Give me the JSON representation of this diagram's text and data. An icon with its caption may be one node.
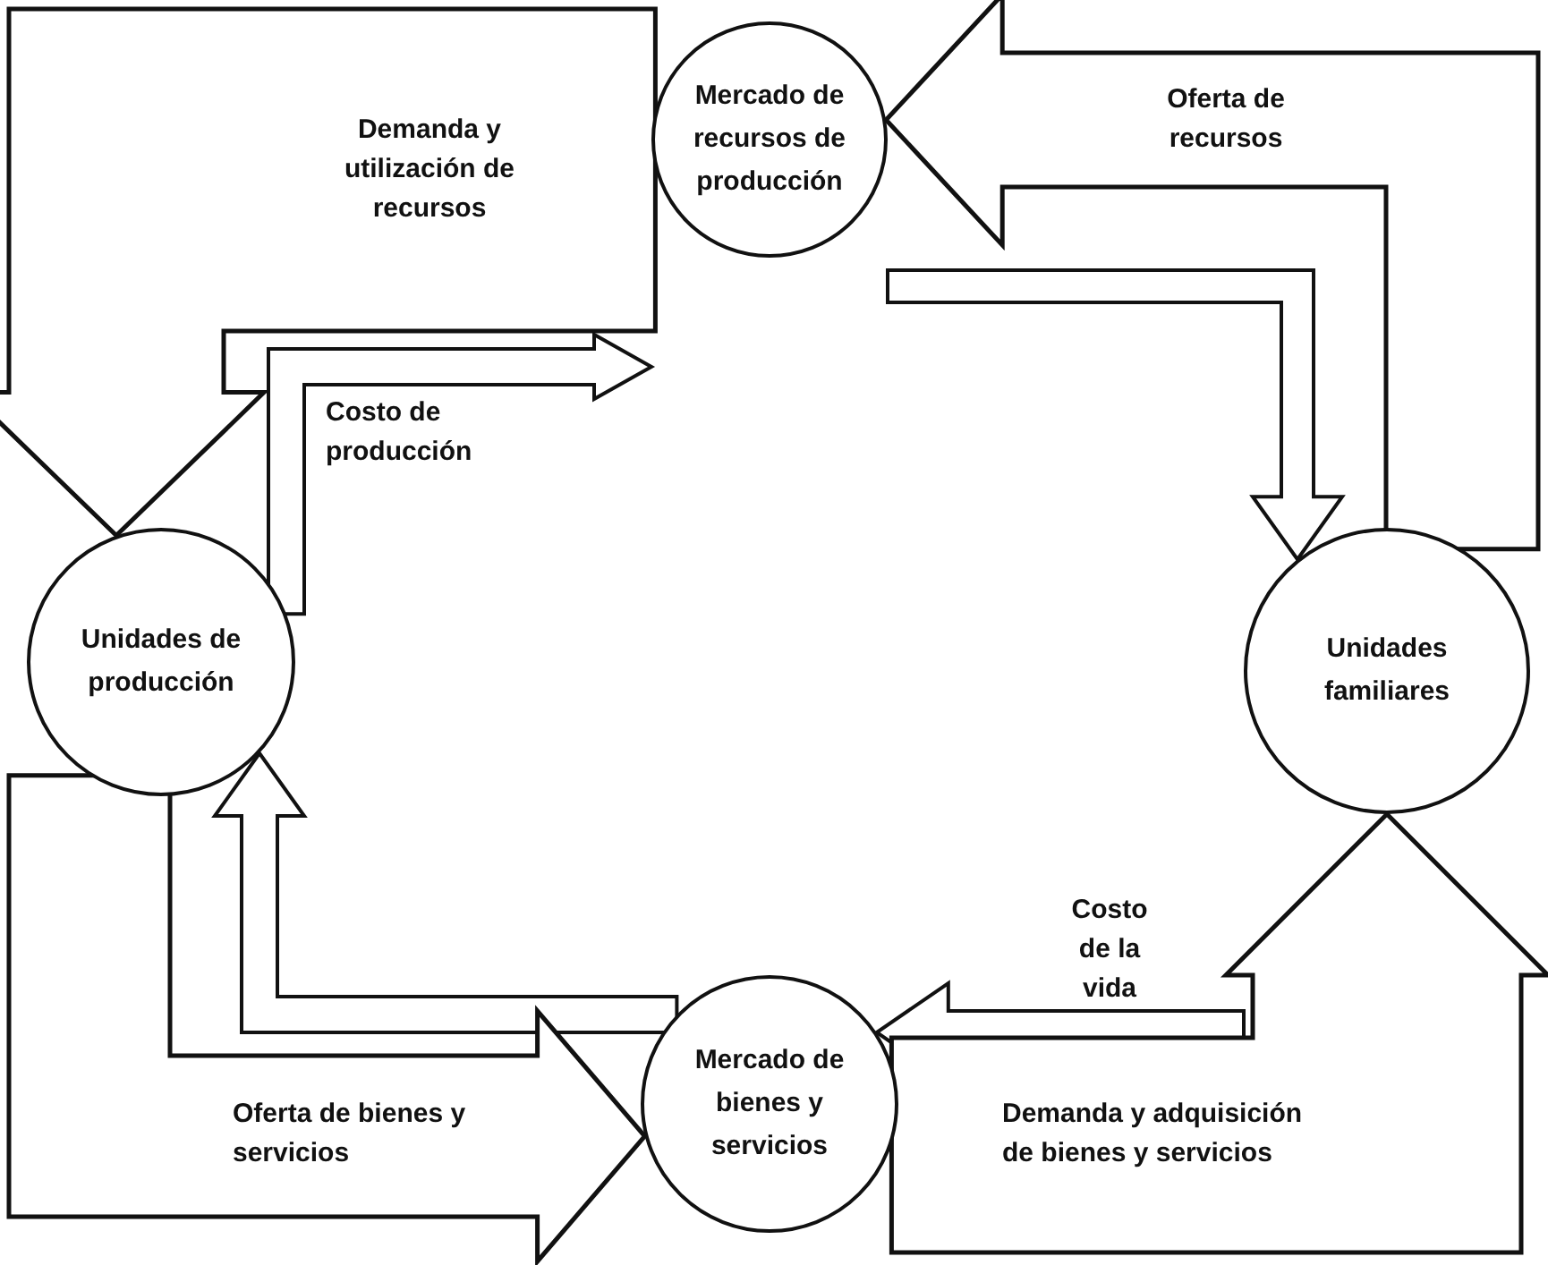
{
  "diagram": {
    "nodes": [
      {
        "text": [
          "Mercado de recursos de producción"
        ]
      },
      {
        "text": [
          "Unidades de producción"
        ]
      },
      {
        "text": [
          "Unidades familiares"
        ]
      },
      {
        "text": [
          "Mercado de bienes y servicios"
        ]
      }
    ],
    "edges": [
      {
        "from": 0,
        "to": 1,
        "arrow": "to",
        "label": "Demanda y utilización de recursos",
        "style": "thick"
      },
      {
        "from": 1,
        "to": 0,
        "arrow": "to",
        "label": "Costo de producción"
      },
      {
        "from": 2,
        "to": 0,
        "arrow": "to",
        "label": "Oferta de recursos",
        "style": "thick"
      },
      {
        "from": 0,
        "to": 2,
        "arrow": "to"
      },
      {
        "from": 2,
        "to": 3,
        "arrow": "to",
        "label": "Costo de la vida"
      },
      {
        "from": 3,
        "to": 2,
        "arrow": "to",
        "label": "Demanda y adquisición de bienes y servicios",
        "style": "thick"
      },
      {
        "from": 3,
        "to": 1,
        "arrow": "to"
      },
      {
        "from": 1,
        "to": 3,
        "arrow": "to",
        "label": "Oferta de bienes y servicios",
        "style": "thick"
      }
    ]
  }
}
